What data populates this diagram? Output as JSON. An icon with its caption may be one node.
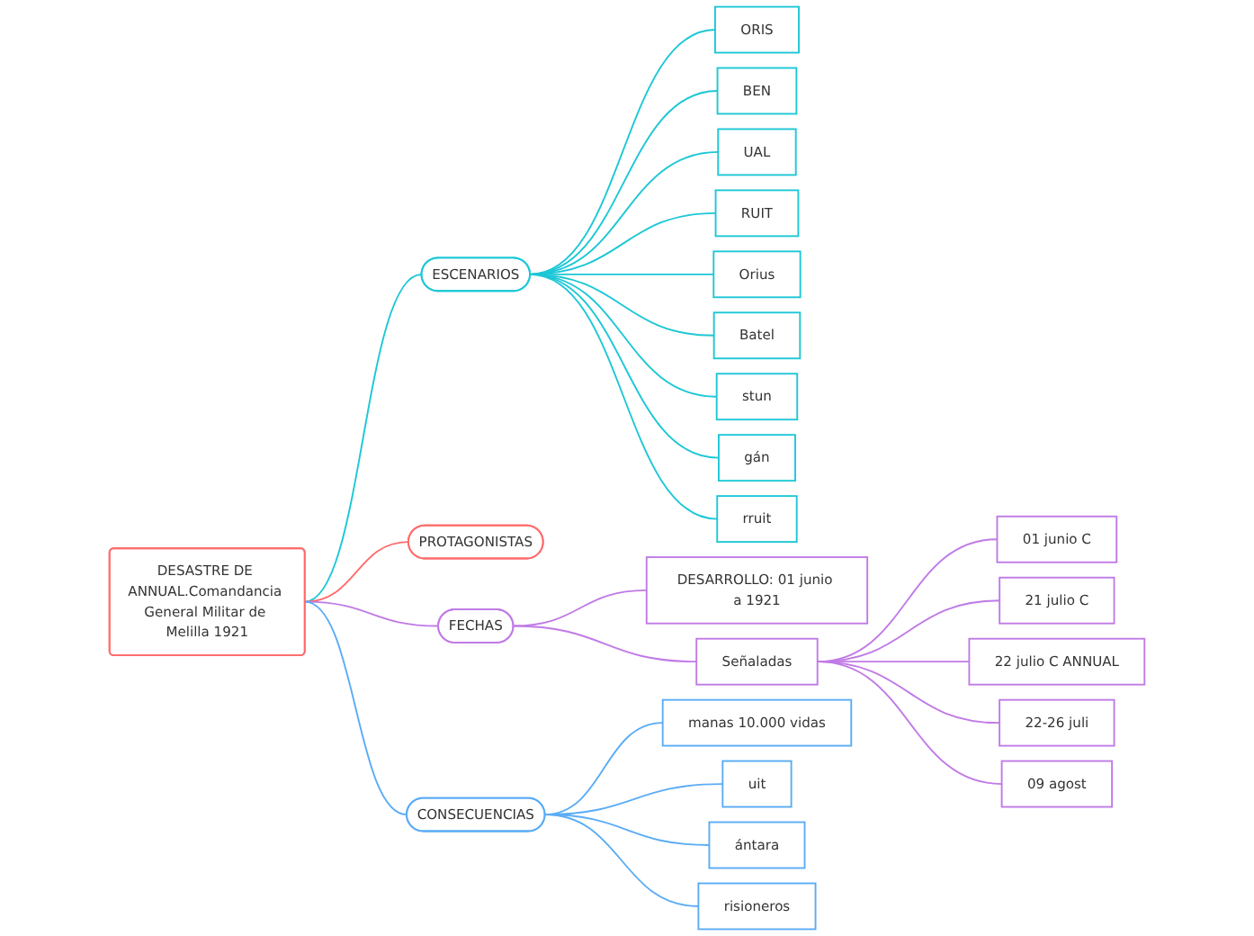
{
  "diagram": {
    "nodes": [
      {
        "text": [
          "DESASTRE DE ANNUAL.Comandancia General Militar de Melilla 1921"
        ]
      },
      {
        "text": [
          "ESCENARIOS"
        ]
      },
      {
        "text": [
          "ORIS"
        ]
      },
      {
        "text": [
          "BEN"
        ]
      },
      {
        "text": [
          "UAL"
        ]
      },
      {
        "text": [
          "RUIT"
        ]
      },
      {
        "text": [
          "Orius"
        ]
      },
      {
        "text": [
          "Batel"
        ]
      },
      {
        "text": [
          "stun"
        ]
      },
      {
        "text": [
          "gán"
        ]
      },
      {
        "text": [
          "rruit"
        ]
      },
      {
        "text": [
          "PROTAGONISTAS"
        ]
      },
      {
        "text": [
          "FECHAS"
        ]
      },
      {
        "text": [
          "DESARROLLO: 01 junio a 1921"
        ]
      },
      {
        "text": [
          "Señaladas"
        ]
      },
      {
        "text": [
          "01 junio C"
        ]
      },
      {
        "text": [
          "21 julio C"
        ]
      },
      {
        "text": [
          "22 julio C ANNUAL"
        ]
      },
      {
        "text": [
          "22-26 juli"
        ]
      },
      {
        "text": [
          "09 agost"
        ]
      },
      {
        "text": [
          "CONSECUENCIAS"
        ]
      },
      {
        "text": [
          "manas 10.000 vidas"
        ]
      },
      {
        "text": [
          "uit"
        ]
      },
      {
        "text": [
          "ántara"
        ]
      },
      {
        "text": [
          "risioneros"
        ]
      }
    ],
    "edges": [
      {
        "from": 0,
        "to": 1,
        "arrow": "none",
        "color": "#1cc7d6"
      },
      {
        "from": 1,
        "to": 2,
        "arrow": "none",
        "color": "#1cc7d6"
      },
      {
        "from": 1,
        "to": 3,
        "arrow": "none",
        "color": "#1cc7d6"
      },
      {
        "from": 1,
        "to": 4,
        "arrow": "none",
        "color": "#1cc7d6"
      },
      {
        "from": 1,
        "to": 5,
        "arrow": "none",
        "color": "#1cc7d6"
      },
      {
        "from": 1,
        "to": 6,
        "arrow": "none",
        "color": "#1cc7d6"
      },
      {
        "from": 1,
        "to": 7,
        "arrow": "none",
        "color": "#1cc7d6"
      },
      {
        "from": 1,
        "to": 8,
        "arrow": "none",
        "color": "#1cc7d6"
      },
      {
        "from": 1,
        "to": 9,
        "arrow": "none",
        "color": "#1cc7d6"
      },
      {
        "from": 1,
        "to": 10,
        "arrow": "none",
        "color": "#1cc7d6"
      },
      {
        "from": 0,
        "to": 11,
        "arrow": "none",
        "color": "#ff6b6b"
      },
      {
        "from": 0,
        "to": 12,
        "arrow": "none",
        "color": "#c07ae6"
      },
      {
        "from": 12,
        "to": 13,
        "arrow": "none",
        "color": "#c07ae6"
      },
      {
        "from": 12,
        "to": 14,
        "arrow": "none",
        "color": "#c07ae6"
      },
      {
        "from": 14,
        "to": 15,
        "arrow": "none",
        "color": "#c07ae6"
      },
      {
        "from": 14,
        "to": 16,
        "arrow": "none",
        "color": "#c07ae6"
      },
      {
        "from": 14,
        "to": 17,
        "arrow": "none",
        "color": "#c07ae6"
      },
      {
        "from": 14,
        "to": 18,
        "arrow": "none",
        "color": "#c07ae6"
      },
      {
        "from": 14,
        "to": 19,
        "arrow": "none",
        "color": "#c07ae6"
      },
      {
        "from": 0,
        "to": 20,
        "arrow": "none",
        "color": "#5aacf5"
      },
      {
        "from": 20,
        "to": 21,
        "arrow": "none",
        "color": "#5aacf5"
      },
      {
        "from": 20,
        "to": 22,
        "arrow": "none",
        "color": "#5aacf5"
      },
      {
        "from": 20,
        "to": 23,
        "arrow": "none",
        "color": "#5aacf5"
      },
      {
        "from": 20,
        "to": 24,
        "arrow": "none",
        "color": "#5aacf5"
      }
    ]
  }
}
